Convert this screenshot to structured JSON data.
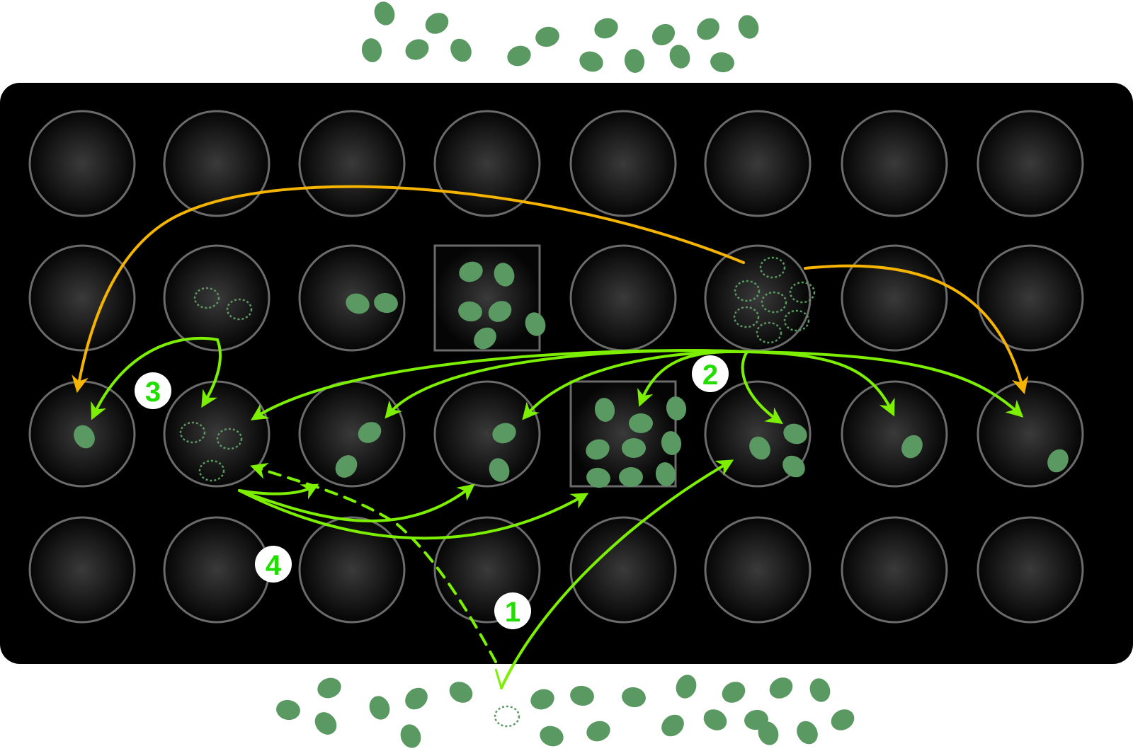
{
  "colors": {
    "tray": "#000000",
    "well_border": "#6b6b6b",
    "cell": "#5a9a62",
    "arrow_green": "#7cf000",
    "arrow_orange": "#f5b400",
    "label_bg": "#ffffff",
    "label_text": "#22dd00"
  },
  "grid": {
    "rows": 4,
    "cols": 8
  },
  "square_wells": [
    [
      1,
      3
    ],
    [
      2,
      4
    ]
  ],
  "labels": [
    {
      "text": "1"
    },
    {
      "text": "2"
    },
    {
      "text": "3"
    },
    {
      "text": "4"
    }
  ]
}
